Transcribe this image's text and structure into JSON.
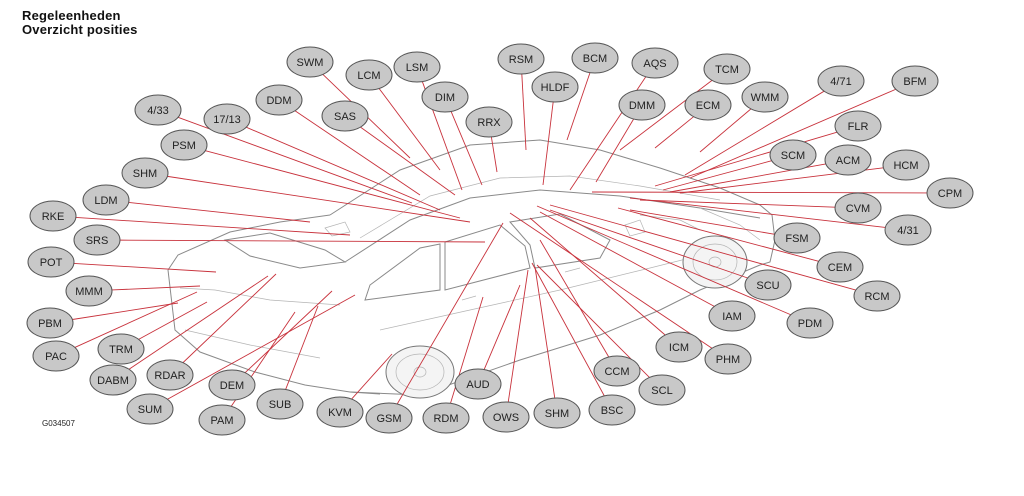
{
  "header": {
    "title_line1": "Regeleenheden",
    "title_line2": "Overzicht posities"
  },
  "figure_code": "G034507",
  "colors": {
    "leader_line": "#c8323c",
    "bubble_fill": "#c8c8c8",
    "bubble_stroke": "#555555",
    "car_outline": "#8a8a8a"
  },
  "modules": [
    {
      "id": "swm",
      "label": "SWM"
    },
    {
      "id": "lcm",
      "label": "LCM"
    },
    {
      "id": "lsm",
      "label": "LSM"
    },
    {
      "id": "ddm",
      "label": "DDM"
    },
    {
      "id": "sas",
      "label": "SAS"
    },
    {
      "id": "dim",
      "label": "DIM"
    },
    {
      "id": "rrx",
      "label": "RRX"
    },
    {
      "id": "rsm",
      "label": "RSM"
    },
    {
      "id": "hldf",
      "label": "HLDF"
    },
    {
      "id": "bcm",
      "label": "BCM"
    },
    {
      "id": "aqs",
      "label": "AQS"
    },
    {
      "id": "dmm",
      "label": "DMM"
    },
    {
      "id": "tcm",
      "label": "TCM"
    },
    {
      "id": "ecm",
      "label": "ECM"
    },
    {
      "id": "wmm",
      "label": "WMM"
    },
    {
      "id": "m471",
      "label": "4/71"
    },
    {
      "id": "bfm",
      "label": "BFM"
    },
    {
      "id": "m433",
      "label": "4/33"
    },
    {
      "id": "m1713",
      "label": "17/13"
    },
    {
      "id": "psm",
      "label": "PSM"
    },
    {
      "id": "flr",
      "label": "FLR"
    },
    {
      "id": "scm",
      "label": "SCM"
    },
    {
      "id": "acm",
      "label": "ACM"
    },
    {
      "id": "hcm",
      "label": "HCM"
    },
    {
      "id": "shm_top",
      "label": "SHM"
    },
    {
      "id": "cpm",
      "label": "CPM"
    },
    {
      "id": "ldm",
      "label": "LDM"
    },
    {
      "id": "cvm",
      "label": "CVM"
    },
    {
      "id": "rke",
      "label": "RKE"
    },
    {
      "id": "m431",
      "label": "4/31"
    },
    {
      "id": "srs",
      "label": "SRS"
    },
    {
      "id": "fsm",
      "label": "FSM"
    },
    {
      "id": "pot",
      "label": "POT"
    },
    {
      "id": "cem",
      "label": "CEM"
    },
    {
      "id": "mmm",
      "label": "MMM"
    },
    {
      "id": "scu",
      "label": "SCU"
    },
    {
      "id": "rcm",
      "label": "RCM"
    },
    {
      "id": "pbm",
      "label": "PBM"
    },
    {
      "id": "iam",
      "label": "IAM"
    },
    {
      "id": "pdm",
      "label": "PDM"
    },
    {
      "id": "pac",
      "label": "PAC"
    },
    {
      "id": "trm",
      "label": "TRM"
    },
    {
      "id": "icm",
      "label": "ICM"
    },
    {
      "id": "phm",
      "label": "PHM"
    },
    {
      "id": "dabm",
      "label": "DABM"
    },
    {
      "id": "rdar",
      "label": "RDAR"
    },
    {
      "id": "ccm",
      "label": "CCM"
    },
    {
      "id": "dem",
      "label": "DEM"
    },
    {
      "id": "aud",
      "label": "AUD"
    },
    {
      "id": "scl",
      "label": "SCL"
    },
    {
      "id": "sum",
      "label": "SUM"
    },
    {
      "id": "sub",
      "label": "SUB"
    },
    {
      "id": "kvm",
      "label": "KVM"
    },
    {
      "id": "pam",
      "label": "PAM"
    },
    {
      "id": "gsm",
      "label": "GSM"
    },
    {
      "id": "rdm",
      "label": "RDM"
    },
    {
      "id": "ows",
      "label": "OWS"
    },
    {
      "id": "shm_bottom",
      "label": "SHM"
    },
    {
      "id": "bsc",
      "label": "BSC"
    }
  ]
}
